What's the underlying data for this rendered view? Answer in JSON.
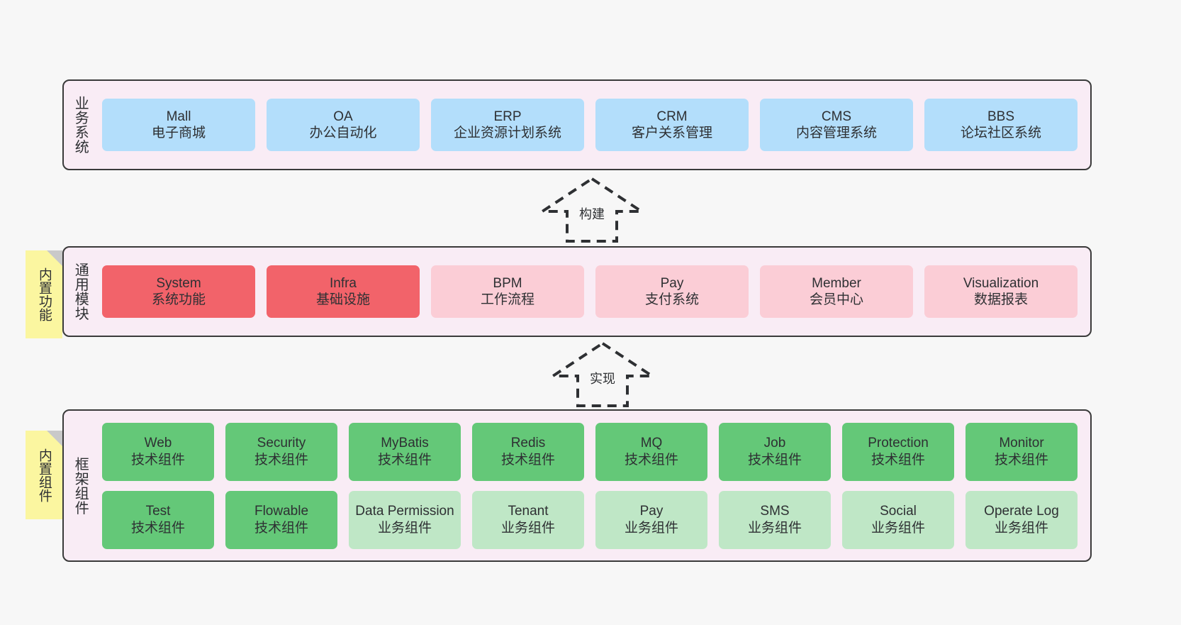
{
  "diagram": {
    "background": "#f7f7f7",
    "band_fill": "#f9ecf5",
    "band_stroke": "#3a3a3a",
    "note_fill": "#fbf6a0"
  },
  "notes": [
    {
      "name": "builtin-functions",
      "label": "内置功能"
    },
    {
      "name": "builtin-components",
      "label": "内置组件"
    }
  ],
  "arrows": [
    {
      "name": "build",
      "label": "构建"
    },
    {
      "name": "realize",
      "label": "实现"
    }
  ],
  "bands": {
    "business": {
      "title": "业务系统",
      "color": "#b3defb",
      "nodes": [
        {
          "name": "Mall",
          "sub": "电子商城"
        },
        {
          "name": "OA",
          "sub": "办公自动化"
        },
        {
          "name": "ERP",
          "sub": "企业资源计划系统"
        },
        {
          "name": "CRM",
          "sub": "客户关系管理"
        },
        {
          "name": "CMS",
          "sub": "内容管理系统"
        },
        {
          "name": "BBS",
          "sub": "论坛社区系统"
        }
      ]
    },
    "modules": {
      "title": "通用模块",
      "color_strong": "#f2636a",
      "color_soft": "#fbcdd6",
      "nodes": [
        {
          "name": "System",
          "sub": "系统功能",
          "style": "strong"
        },
        {
          "name": "Infra",
          "sub": "基础设施",
          "style": "strong"
        },
        {
          "name": "BPM",
          "sub": "工作流程",
          "style": "soft"
        },
        {
          "name": "Pay",
          "sub": "支付系统",
          "style": "soft"
        },
        {
          "name": "Member",
          "sub": "会员中心",
          "style": "soft"
        },
        {
          "name": "Visualization",
          "sub": "数据报表",
          "style": "soft"
        }
      ]
    },
    "framework": {
      "title": "框架组件",
      "color_strong": "#64c878",
      "color_soft": "#bfe7c6",
      "row1": [
        {
          "name": "Web",
          "sub": "技术组件",
          "style": "strong"
        },
        {
          "name": "Security",
          "sub": "技术组件",
          "style": "strong"
        },
        {
          "name": "MyBatis",
          "sub": "技术组件",
          "style": "strong"
        },
        {
          "name": "Redis",
          "sub": "技术组件",
          "style": "strong"
        },
        {
          "name": "MQ",
          "sub": "技术组件",
          "style": "strong"
        },
        {
          "name": "Job",
          "sub": "技术组件",
          "style": "strong"
        },
        {
          "name": "Protection",
          "sub": "技术组件",
          "style": "strong"
        },
        {
          "name": "Monitor",
          "sub": "技术组件",
          "style": "strong"
        }
      ],
      "row2": [
        {
          "name": "Test",
          "sub": "技术组件",
          "style": "strong"
        },
        {
          "name": "Flowable",
          "sub": "技术组件",
          "style": "strong"
        },
        {
          "name": "Data Permission",
          "sub": "业务组件",
          "style": "soft"
        },
        {
          "name": "Tenant",
          "sub": "业务组件",
          "style": "soft"
        },
        {
          "name": "Pay",
          "sub": "业务组件",
          "style": "soft"
        },
        {
          "name": "SMS",
          "sub": "业务组件",
          "style": "soft"
        },
        {
          "name": "Social",
          "sub": "业务组件",
          "style": "soft"
        },
        {
          "name": "Operate Log",
          "sub": "业务组件",
          "style": "soft"
        }
      ]
    }
  }
}
